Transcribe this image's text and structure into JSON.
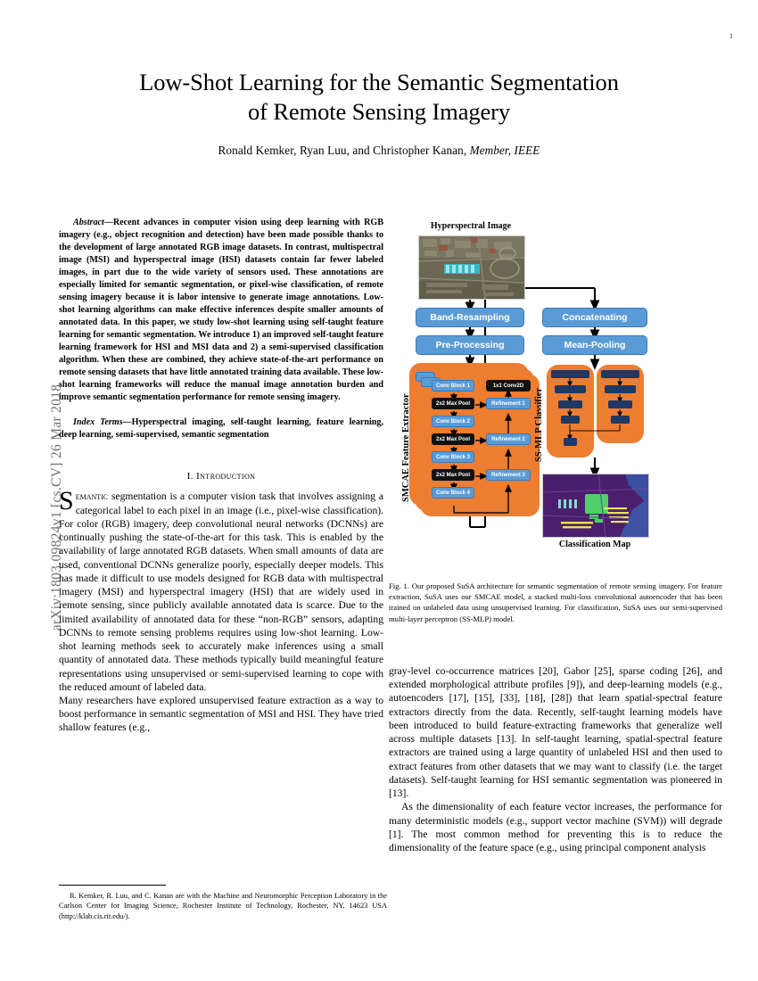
{
  "arxiv_stamp": "arXiv:1803.09824v1  [cs.CV]  26 Mar 2018",
  "page_number": "1",
  "header": {
    "title": "Low-Shot Learning for the Semantic Segmentation of Remote Sensing Imagery",
    "title_line1": "Low-Shot Learning for the Semantic Segmentation",
    "title_line2": "of Remote Sensing Imagery",
    "authors_plain": "Ronald Kemker, Ryan Luu, and Christopher Kanan,",
    "authors_italic": "Member, IEEE"
  },
  "abstract": {
    "lead": "Abstract",
    "dash": "—",
    "text": "Recent advances in computer vision using deep learning with RGB imagery (e.g., object recognition and detection) have been made possible thanks to the development of large annotated RGB image datasets. In contrast, multispectral image (MSI) and hyperspectral image (HSI) datasets contain far fewer labeled images, in part due to the wide variety of sensors used. These annotations are especially limited for semantic segmentation, or pixel-wise classification, of remote sensing imagery because it is labor intensive to generate image annotations. Low-shot learning algorithms can make effective inferences despite smaller amounts of annotated data. In this paper, we study low-shot learning using self-taught feature learning for semantic segmentation. We introduce 1) an improved self-taught feature learning framework for HSI and MSI data and 2) a semi-supervised classification algorithm. When these are combined, they achieve state-of-the-art performance on remote sensing datasets that have little annotated training data available. These low-shot learning frameworks will reduce the manual image annotation burden and improve semantic segmentation performance for remote sensing imagery."
  },
  "index_terms": {
    "lead": "Index Terms",
    "dash": "—",
    "text": "Hyperspectral imaging, self-taught learning, feature learning, deep learning, semi-supervised, semantic segmentation"
  },
  "sections": {
    "introduction_heading_numeral": "I.",
    "introduction_heading_title": "Introduction"
  },
  "intro": {
    "dropcap": "S",
    "p1_smallcaps": "emantic",
    "p1": " segmentation is a computer vision task that involves assigning a categorical label to each pixel in an image (i.e., pixel-wise classification). For color (RGB) imagery, deep convolutional neural networks (DCNNs) are continually pushing the state-of-the-art for this task. This is enabled by the availability of large annotated RGB datasets. When small amounts of data are used, conventional DCNNs generalize poorly, especially deeper models. This has made it difficult to use models designed for RGB data with multispectral imagery (MSI) and hyperspectral imagery (HSI) that are widely used in remote sensing, since publicly available annotated data is scarce. Due to the limited availability of annotated data for these “non-RGB” sensors, adapting DCNNs to remote sensing problems requires using low-shot learning. Low-shot learning methods seek to accurately make inferences using a small quantity of annotated data. These methods typically build meaningful feature representations using unsupervised or semi-supervised learning to cope with the reduced amount of labeled data.",
    "p2": "Many researchers have explored unsupervised feature extraction as a way to boost performance in semantic segmentation of MSI and HSI. They have tried shallow features (e.g.,"
  },
  "right_column": {
    "p1": "gray-level co-occurrence matrices [20], Gabor [25], sparse coding [26], and extended morphological attribute profiles [9]), and deep-learning models (e.g., autoencoders [17], [15], [33], [18], [28]) that learn spatial-spectral feature extractors directly from the data. Recently, self-taught learning models have been introduced to build feature-extracting frameworks that generalize well across multiple datasets [13]. In self-taught learning, spatial-spectral feature extractors are trained using a large quantity of unlabeled HSI and then used to extract features from other datasets that we may want to classify (i.e. the target datasets). Self-taught learning for HSI semantic segmentation was pioneered in [13].",
    "p2": "As the dimensionality of each feature vector increases, the performance for many deterministic models (e.g., support vector machine (SVM)) will degrade [1]. The most common method for preventing this is to reduce the dimensionality of the feature space (e.g., using principal component analysis"
  },
  "footnote": {
    "text": "R. Kemker, R. Luu, and C. Kanan are with the Machine and Neuromorphic Perception Laboratory in the Carlson Center for Imaging Science, Rochester Institute of Technology, Rochester, NY, 14623 USA (http://klab.cis.rit.edu/)."
  },
  "figure": {
    "caption_label": "Fig. 1.",
    "caption_text": "Our proposed SuSA architecture for semantic segmentation of remote sensing imagery. For feature extraction, SuSA uses our SMCAE model, a stacked multi-loss convolutional autoencoder that has been trained on unlabeled data using unsupervised learning. For classification, SuSA uses our semi-supervised multi-layer perceptron (SS-MLP) model.",
    "top_label": "Hyperspectral Image",
    "bottom_label": "Classification Map",
    "vertical_label_left": "SMCAE Feature Extractor",
    "vertical_label_right": "SS-MLP Classifier",
    "pipeline_left": [
      "Band-Resampling",
      "Pre-Processing"
    ],
    "pipeline_right": [
      "Concatenating",
      "Mean-Pooling"
    ],
    "encoder_blocks": [
      "Conv Block 1",
      "Conv Block 2",
      "Conv Block 3",
      "Conv Block 4"
    ],
    "pool_blocks": [
      "2x2 Max Pool",
      "2x2 Max Pool",
      "2x2 Max Pool"
    ],
    "conv2d_block": "1x1 Conv2D",
    "refinement_blocks": [
      "Refinement 1",
      "Refinement 2",
      "Refinement 3"
    ],
    "colors": {
      "blue_box": "#5b9bd5",
      "black_box": "#111111",
      "orange_panel": "#ed7d31",
      "navy_bar": "#1f3864"
    }
  }
}
